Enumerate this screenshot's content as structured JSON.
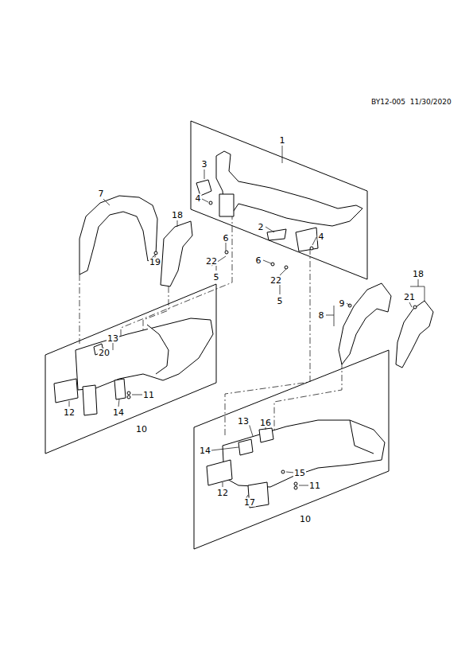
{
  "diagram": {
    "labels": [
      "BY12-005  11/30/2020",
      "1",
      "3",
      "2",
      "4",
      "4",
      "7",
      "18",
      "19",
      "6",
      "22",
      "5",
      "6",
      "22",
      "5",
      "9",
      "8",
      "18",
      "21",
      "13",
      "20",
      "11",
      "12",
      "14",
      "10",
      "13",
      "16",
      "14",
      "15",
      "11",
      "12",
      "17",
      "10"
    ]
  }
}
